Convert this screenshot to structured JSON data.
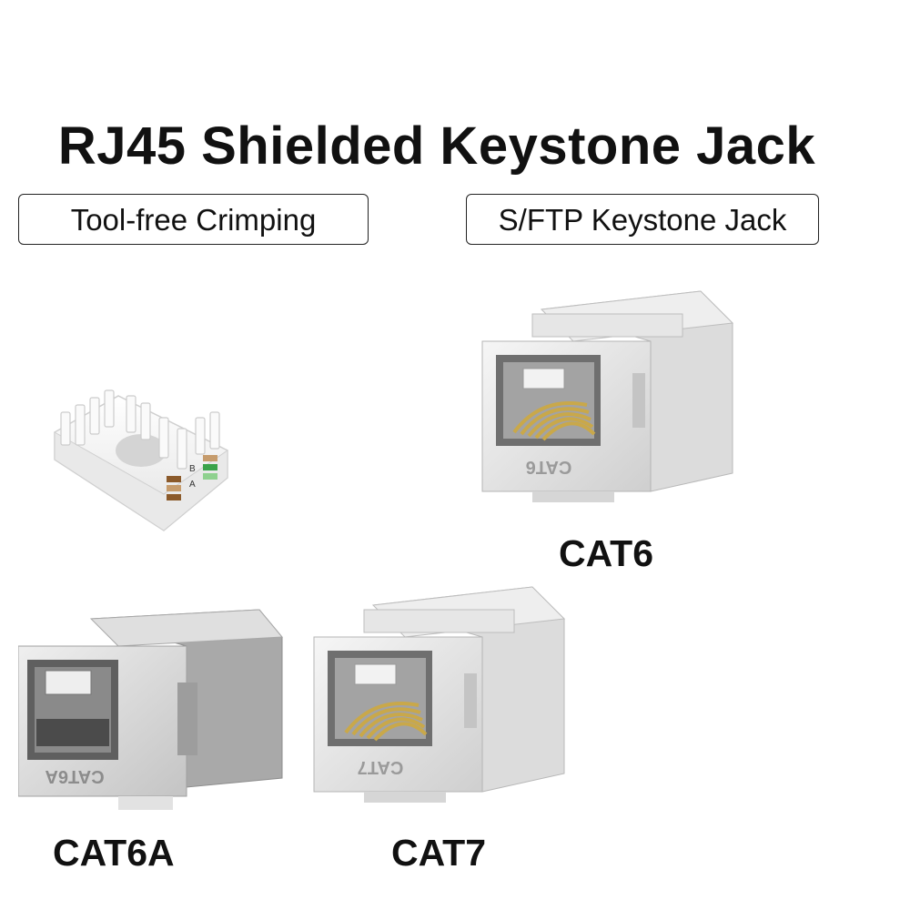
{
  "title": "RJ45 Shielded Keystone Jack",
  "tags": {
    "left": "Tool-free Crimping",
    "right": "S/FTP Keystone Jack"
  },
  "products": {
    "cat6": {
      "label": "CAT6",
      "emboss": "CAT6"
    },
    "cat6a": {
      "label": "CAT6A",
      "emboss": "CAT6A"
    },
    "cat7": {
      "label": "CAT7",
      "emboss": "CAT7"
    }
  },
  "wiring_labels": [
    "B",
    "A"
  ],
  "colors": {
    "metal_light": "#f1f1f1",
    "metal_mid": "#d2d2d2",
    "metal_dark": "#9c9c9c",
    "gold": "#c9a84a",
    "wire_brown": "#8b5a2b",
    "wire_green": "#3aa34a"
  }
}
